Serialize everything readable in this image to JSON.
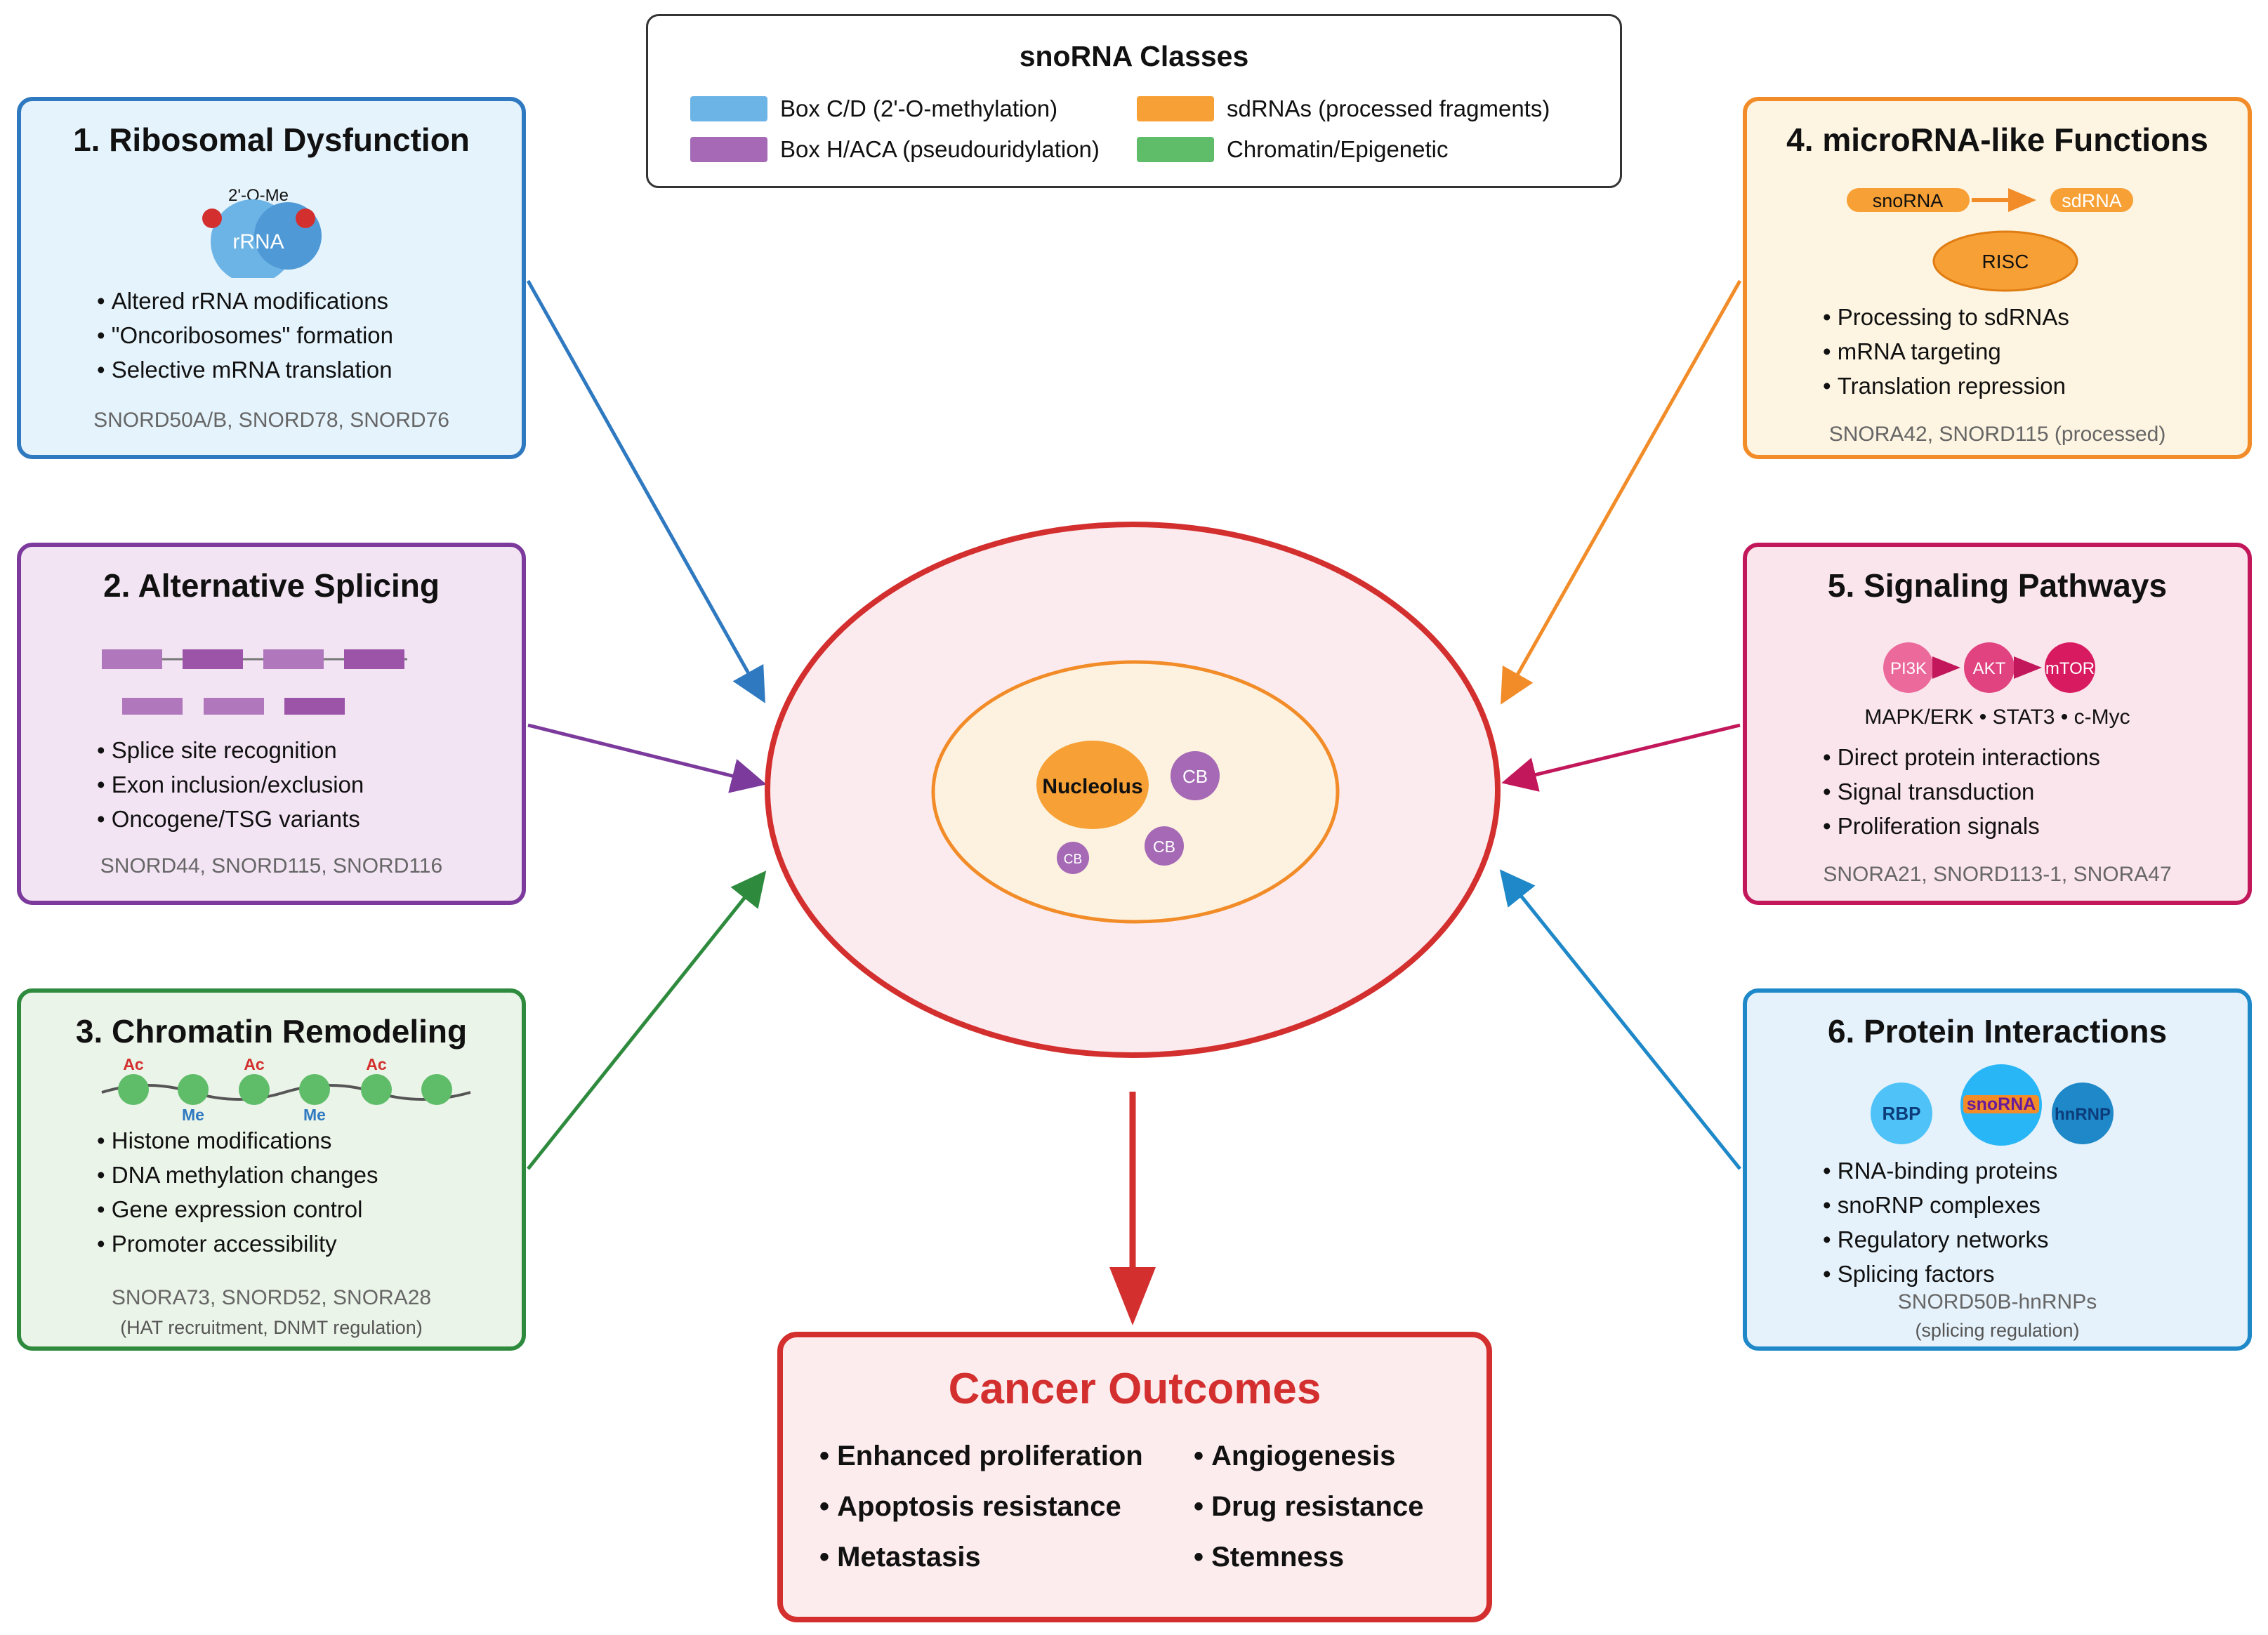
{
  "legend": {
    "title": "snoRNA Classes",
    "items": [
      {
        "label": "Box C/D (2'-O-methylation)",
        "color": "#6cb4e6"
      },
      {
        "label": "sdRNAs (processed fragments)",
        "color": "#f7a035"
      },
      {
        "label": "Box H/ACA (pseudouridylation)",
        "color": "#a569b6"
      },
      {
        "label": "Chromatin/Epigenetic",
        "color": "#5fbd6a"
      }
    ]
  },
  "panels": [
    {
      "title": "1. Ribosomal Dysfunction",
      "border": "#2e79c0",
      "bg": "#e5f3fc",
      "icon": {
        "label": "rRNA",
        "mod_label": "2'-O-Me"
      },
      "bullets": [
        "Altered rRNA modifications",
        "\"Oncoribosomes\" formation",
        "Selective mRNA translation"
      ],
      "genes": "SNORD50A/B, SNORD78, SNORD76",
      "note": ""
    },
    {
      "title": "2. Alternative Splicing",
      "border": "#7b3a9c",
      "bg": "#f3e4f4",
      "bullets": [
        "Splice site recognition",
        "Exon inclusion/exclusion",
        "Oncogene/TSG variants"
      ],
      "genes": "SNORD44, SNORD115, SNORD116",
      "note": ""
    },
    {
      "title": "3. Chromatin Remodeling",
      "border": "#2e8b3e",
      "bg": "#ebf4e8",
      "icon": {
        "ac": "Ac",
        "me": "Me"
      },
      "bullets": [
        "Histone modifications",
        "DNA methylation changes",
        "Gene expression control",
        "Promoter accessibility"
      ],
      "genes": "SNORA73, SNORD52, SNORA28",
      "note": "(HAT recruitment, DNMT regulation)"
    },
    {
      "title": "4. microRNA-like Functions",
      "border": "#f28c28",
      "bg": "#fdf4e1",
      "icon": {
        "from": "snoRNA",
        "to": "sdRNA",
        "complex": "RISC"
      },
      "bullets": [
        "Processing to sdRNAs",
        "mRNA targeting",
        "Translation repression"
      ],
      "genes": "SNORA42, SNORD115 (processed)",
      "note": ""
    },
    {
      "title": "5. Signaling Pathways",
      "border": "#c2185b",
      "bg": "#fbe5ec",
      "icon": {
        "nodes": [
          "PI3K",
          "AKT",
          "mTOR"
        ],
        "pathways": "MAPK/ERK • STAT3 • c-Myc"
      },
      "bullets": [
        "Direct protein interactions",
        "Signal transduction",
        "Proliferation signals"
      ],
      "genes": "SNORA21, SNORD113-1, SNORA47",
      "note": ""
    },
    {
      "title": "6. Protein Interactions",
      "border": "#1e88c8",
      "bg": "#e5f2fb",
      "icon": {
        "left": "RBP",
        "center": "snoRNA",
        "right": "hnRNP"
      },
      "bullets": [
        "RNA-binding proteins",
        "snoRNP complexes",
        "Regulatory networks",
        "Splicing factors"
      ],
      "genes": "SNORD50B-hnRNPs",
      "note": "(splicing regulation)"
    }
  ],
  "cell": {
    "nucleolus": "Nucleolus",
    "cajal": "CB"
  },
  "outcomes": {
    "title": "Cancer Outcomes",
    "left": [
      "Enhanced proliferation",
      "Apoptosis resistance",
      "Metastasis"
    ],
    "right": [
      "Angiogenesis",
      "Drug resistance",
      "Stemness"
    ],
    "color": "#d32f2f"
  }
}
